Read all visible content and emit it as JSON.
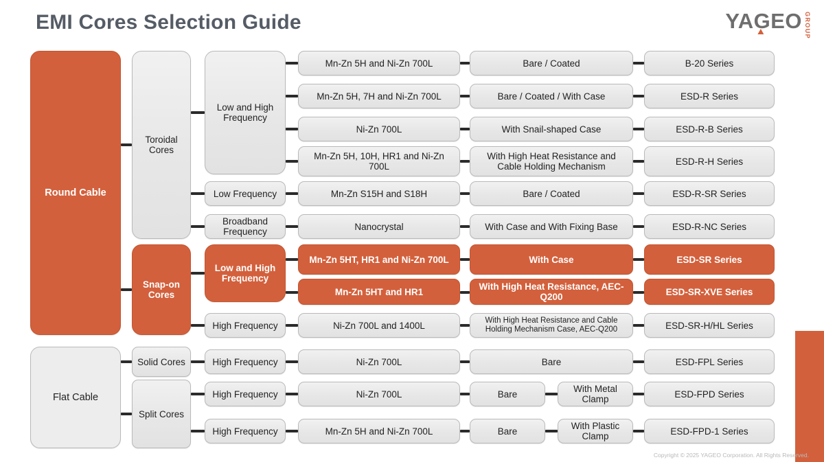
{
  "header": {
    "title": "EMI Cores Selection Guide",
    "logo_word": "YAGEO",
    "logo_sub": "GROUP"
  },
  "footer": {
    "copyright": "Copyright © 2025 YAGEO Corporation. All Rights Reserved."
  },
  "colors": {
    "accent_orange": "#d3603c",
    "node_gray": "#e8e8e8",
    "title_gray": "#555c66",
    "connector": "#2b2b2b"
  },
  "groups": [
    {
      "label": "Round Cable",
      "highlight": true
    },
    {
      "label": "Flat Cable",
      "highlight": false
    }
  ],
  "families": [
    {
      "label": "Toroidal Cores",
      "highlight": false
    },
    {
      "label": "Snap-on Cores",
      "highlight": true
    },
    {
      "label": "Solid Cores",
      "highlight": false
    },
    {
      "label": "Split Cores",
      "highlight": false
    }
  ],
  "frequencies": [
    {
      "label": "Low and High Frequency",
      "highlight": false
    },
    {
      "label": "Low Frequency",
      "highlight": false
    },
    {
      "label": "Broadband Frequency",
      "highlight": false
    },
    {
      "label": "Low and High Frequency",
      "highlight": true
    },
    {
      "label": "High Frequency",
      "highlight": false
    },
    {
      "label": "High Frequency",
      "highlight": false
    },
    {
      "label": "High Frequency",
      "highlight": false
    },
    {
      "label": "High Frequency",
      "highlight": false
    }
  ],
  "rows": [
    {
      "material": "Mn-Zn 5H and Ni-Zn 700L",
      "finish": "Bare / Coated",
      "finish_extra": null,
      "series": "B-20 Series",
      "highlight": false
    },
    {
      "material": "Mn-Zn 5H, 7H and Ni-Zn 700L",
      "finish": "Bare / Coated / With Case",
      "finish_extra": null,
      "series": "ESD-R Series",
      "highlight": false
    },
    {
      "material": "Ni-Zn 700L",
      "finish": "With Snail-shaped Case",
      "finish_extra": null,
      "series": "ESD-R-B Series",
      "highlight": false
    },
    {
      "material": "Mn-Zn 5H, 10H, HR1 and Ni-Zn 700L",
      "finish": "With High Heat Resistance and Cable Holding Mechanism",
      "finish_extra": null,
      "series": "ESD-R-H Series",
      "highlight": false
    },
    {
      "material": "Mn-Zn S15H and S18H",
      "finish": "Bare / Coated",
      "finish_extra": null,
      "series": "ESD-R-SR Series",
      "highlight": false
    },
    {
      "material": "Nanocrystal",
      "finish": "With Case and With Fixing Base",
      "finish_extra": null,
      "series": "ESD-R-NC Series",
      "highlight": false
    },
    {
      "material": "Mn-Zn 5HT, HR1 and Ni-Zn 700L",
      "finish": "With Case",
      "finish_extra": null,
      "series": "ESD-SR Series",
      "highlight": true
    },
    {
      "material": "Mn-Zn 5HT and HR1",
      "finish": "With High Heat Resistance, AEC-Q200",
      "finish_extra": null,
      "series": "ESD-SR-XVE Series",
      "highlight": true
    },
    {
      "material": "Ni-Zn 700L and 1400L",
      "finish": "With High Heat Resistance and Cable Holding Mechanism Case, AEC-Q200",
      "finish_extra": null,
      "series": "ESD-SR-H/HL Series",
      "highlight": false
    },
    {
      "material": "Ni-Zn 700L",
      "finish": "Bare",
      "finish_extra": null,
      "series": "ESD-FPL Series",
      "highlight": false
    },
    {
      "material": "Ni-Zn 700L",
      "finish": "Bare",
      "finish_extra": "With Metal Clamp",
      "series": "ESD-FPD Series",
      "highlight": false
    },
    {
      "material": "Mn-Zn 5H and Ni-Zn 700L",
      "finish": "Bare",
      "finish_extra": "With Plastic Clamp",
      "series": "ESD-FPD-1 Series",
      "highlight": false
    }
  ]
}
